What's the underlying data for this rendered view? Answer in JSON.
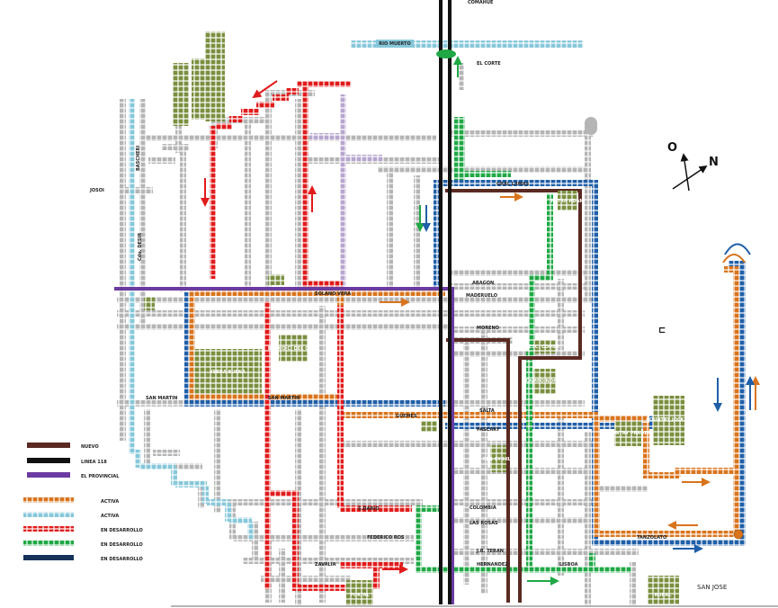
{
  "map": {
    "background": "#ffffff",
    "street_color": "#b5b5b5",
    "route_colors": {
      "orange": "#d9741d",
      "lightblue": "#86c8da",
      "red": "#e11b1b",
      "green": "#1fa845",
      "navy": "#16325a",
      "blue": "#1f5fa8",
      "lilac": "#b7a6cf",
      "brown": "#5a2a22",
      "black": "#111111",
      "purple": "#6a3ba0",
      "olive": "#7a8f3f"
    },
    "compass": {
      "o": "O",
      "n": "N"
    },
    "streets": {
      "rio_muerto": "RIO MUERTO",
      "el_corte": "EL CORTE",
      "comahue": "COMAHUE",
      "gral_lamas": "GRAL LAMAS",
      "aragon": "ARAGON",
      "madeiruelo": "MADERUELO",
      "solano_vera": "SOLANO VERA",
      "moreno": "MORENO",
      "san_martin": "SAN MARTIN",
      "san_martin_2": "SAN MARTIN",
      "salta": "SALTA",
      "guemes": "GUEMES",
      "pascary": "PASCARY",
      "colombia": "COLOMBIA",
      "las_rosas": "LAS ROSAS",
      "jb_teran": "J.B. TERAN",
      "hernandez": "HERNANDEZ",
      "lisboa": "LISBOA",
      "federico_ros": "FEDERICO ROS",
      "zavalia": "ZAVALIA",
      "s_dario": "S.DARIO",
      "tanzolato": "TANZOLATO",
      "san_jose": "SAN JOSE",
      "bascheri": "BASCHERI",
      "cdo_desir": "Cdo. DESIR",
      "josoi": "JOSOI"
    },
    "blocks": {
      "yerba_buena": "YERBA BUENA",
      "nuevo_golf": "NUEVO C. DEL GOLF",
      "petra": "PETRA ADAM",
      "esc_comer": "ESC. COMER",
      "campo_norte": "CAMPO NORTE",
      "country_prader": "COUNTRY PRADER",
      "country_jockey": "COUNTRY JOCKEY",
      "per_cy_hill": "PER CY HILL",
      "portal": "PORTAL",
      "rural": "RURAL"
    },
    "legend": [
      {
        "label": "NUEVO",
        "color": "#5a2a22"
      },
      {
        "label": "LINEA 118",
        "color": "#111111"
      },
      {
        "label": "EL PROVINCIAL",
        "color": "#6a3ba0"
      },
      {
        "label": "ACTIVA",
        "color": "#d9741d"
      },
      {
        "label": "ACTIVA",
        "color": "#86c8da"
      },
      {
        "label": "EN DESARROLLO",
        "color": "#e11b1b"
      },
      {
        "label": "EN DESARROLLO",
        "color": "#1fa845"
      },
      {
        "label": "EN DESARROLLO",
        "color": "#16325a"
      }
    ]
  }
}
